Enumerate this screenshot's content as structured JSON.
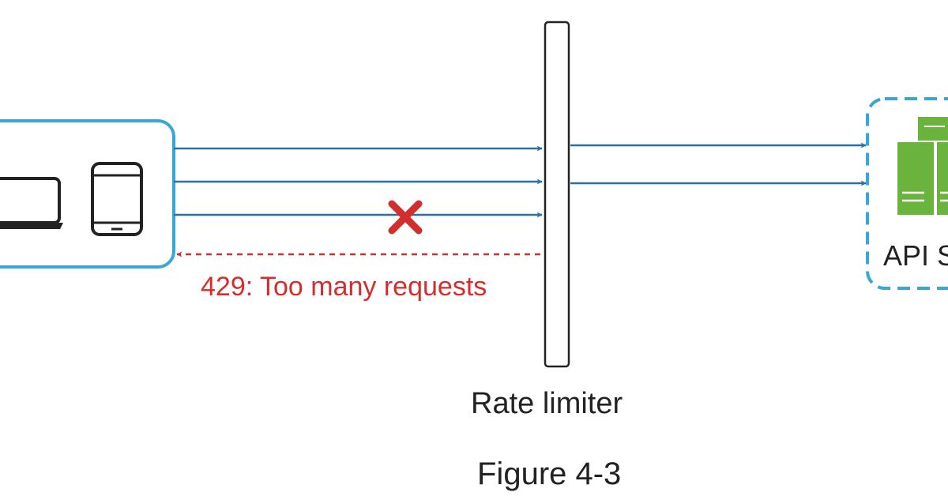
{
  "colors": {
    "client_border": "#3aa6d5",
    "flow": "#2e6ea6",
    "error": "#d42d2d",
    "server": "#6ab43e",
    "api_border": "#3aa6d5",
    "text": "#222222"
  },
  "icons": {
    "client_devices": [
      "laptop-icon",
      "mobile-phone-icon"
    ],
    "blocked": "red-x-icon",
    "server": "server-rack-icon"
  },
  "labels": {
    "error_response": "429: Too many requests",
    "rate_limiter": "Rate limiter",
    "api_server": "API S",
    "figure": "Figure 4-3"
  }
}
